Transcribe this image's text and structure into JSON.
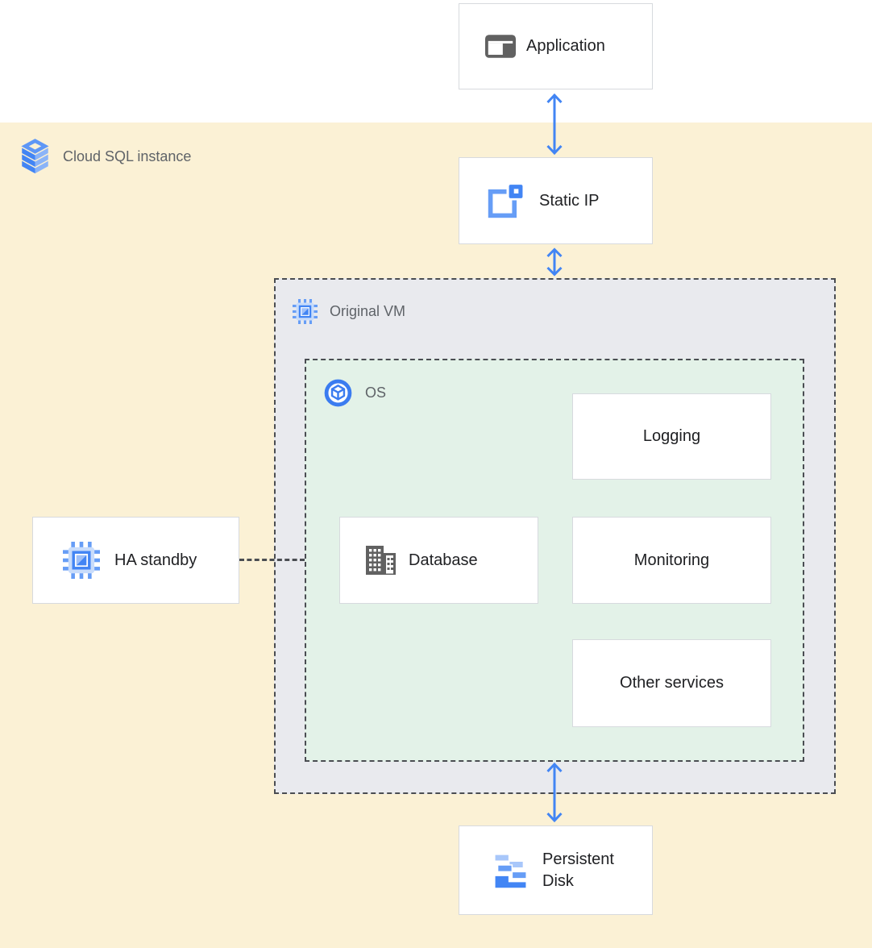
{
  "colors": {
    "accent_blue": "#4285F4",
    "light_blue": "#8AB4F8",
    "canvas_yellow": "#FBF1D5",
    "vm_region_gray": "#E9EAEE",
    "os_region_green": "#E3F2E8",
    "node_border": "#D7DADE",
    "dashed_border": "#4A4D52",
    "text_dark": "#202124",
    "text_gray": "#5F6368",
    "icon_gray": "#616161"
  },
  "regions": {
    "cloud_sql": {
      "label": "Cloud SQL instance",
      "icon": "cloud-sql-icon"
    },
    "original_vm": {
      "label": "Original VM",
      "icon": "compute-engine-icon"
    },
    "os": {
      "label": "OS",
      "icon": "os-icon"
    }
  },
  "nodes": {
    "application": {
      "label": "Application",
      "icon": "application-window-icon"
    },
    "static_ip": {
      "label": "Static IP",
      "icon": "static-ip-icon"
    },
    "logging": {
      "label": "Logging"
    },
    "database": {
      "label": "Database",
      "icon": "database-building-icon"
    },
    "monitoring": {
      "label": "Monitoring"
    },
    "other_services": {
      "label": "Other services"
    },
    "ha_standby": {
      "label": "HA standby",
      "icon": "compute-engine-icon"
    },
    "persistent_disk": {
      "label": "Persistent Disk",
      "icon": "persistent-disk-icon"
    }
  },
  "connections": [
    {
      "from": "Application",
      "to": "Static IP",
      "type": "bidirectional-arrow"
    },
    {
      "from": "Static IP",
      "to": "Original VM",
      "type": "bidirectional-arrow"
    },
    {
      "from": "OS",
      "to": "Persistent Disk",
      "type": "bidirectional-arrow"
    },
    {
      "from": "HA standby",
      "to": "OS",
      "type": "dashed-line"
    }
  ]
}
